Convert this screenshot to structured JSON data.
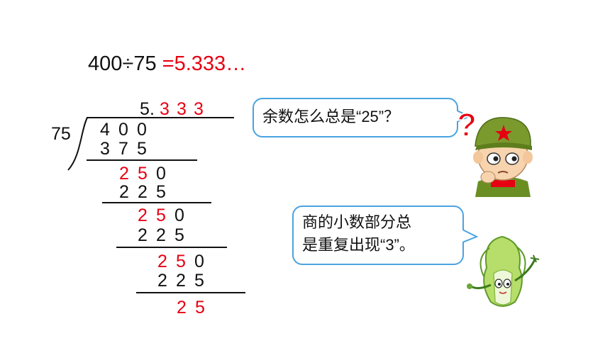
{
  "equation": {
    "dividend": "400",
    "divide_sign": "÷",
    "divisor": "75",
    "result": "=5.333…"
  },
  "long_division": {
    "divisor": "75",
    "quotient": [
      "5",
      ".",
      "3",
      "3",
      "3"
    ],
    "dividend_digits": [
      "4",
      "0",
      "0"
    ],
    "steps": [
      [
        "3",
        "7",
        "5"
      ],
      [
        "2",
        "5",
        "0"
      ],
      [
        "2",
        "2",
        "5"
      ],
      [
        "2",
        "5",
        "0"
      ],
      [
        "2",
        "2",
        "5"
      ],
      [
        "2",
        "5",
        "0"
      ],
      [
        "2",
        "2",
        "5"
      ],
      [
        "2",
        "5"
      ]
    ]
  },
  "bubbles": {
    "question": "余数怎么总是“25”？",
    "statement_line1": "商的小数部分总",
    "statement_line2": "是重复出现“3”。"
  },
  "colors": {
    "highlight": "#e60012",
    "bubble_border": "#4aa3e0"
  },
  "icons": [
    "question-mark-icon",
    "soldier-boy-illustration",
    "cabbage-character-illustration"
  ]
}
